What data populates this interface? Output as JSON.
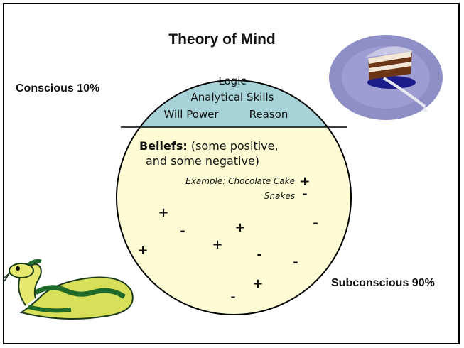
{
  "title": "Theory of Mind",
  "conscious_label": "Conscious 10%",
  "subconscious_label": "Subconscious 90%",
  "conscious_items": {
    "line1": "Logic",
    "line2": "Analytical Skills",
    "line3a": "Will Power",
    "line3b": "Reason"
  },
  "beliefs": {
    "heading": "Beliefs:",
    "heading_rest": " (some positive,",
    "line2": "and some negative)",
    "example_text": "Example: Chocolate Cake",
    "example_sign": "+",
    "snakes_text": "Snakes",
    "snakes_sign": "-"
  },
  "signs": [
    "+",
    "-",
    "+",
    "-",
    "+",
    "+",
    "-",
    "-",
    "+",
    "-"
  ],
  "colors": {
    "conscious_fill": "#a8d3d9",
    "subconscious_fill": "#fdfcd4",
    "outline": "#000000"
  },
  "images": {
    "cake": "cake-icon",
    "snake": "snake-icon"
  }
}
